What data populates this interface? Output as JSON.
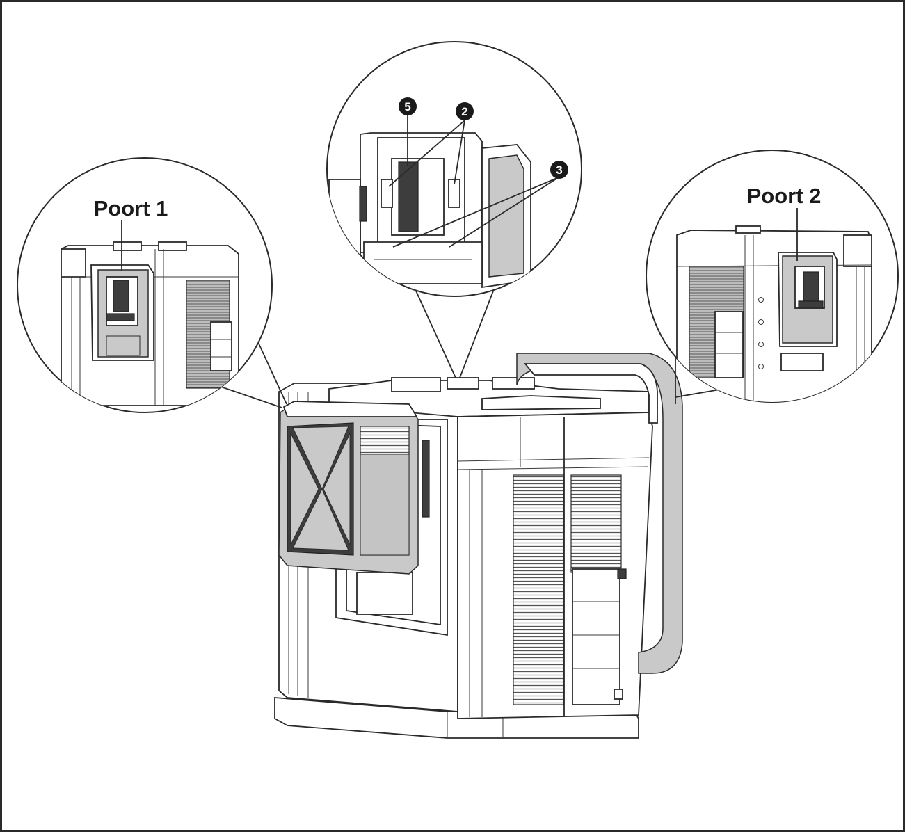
{
  "labels": {
    "port1": "Poort 1",
    "port2": "Poort 2"
  },
  "callouts": [
    "5",
    "2",
    "3"
  ],
  "colors": {
    "line": "#2a2a2a",
    "battery_fill": "#c9c9c9",
    "callout_fill": "#1a1a1a"
  }
}
